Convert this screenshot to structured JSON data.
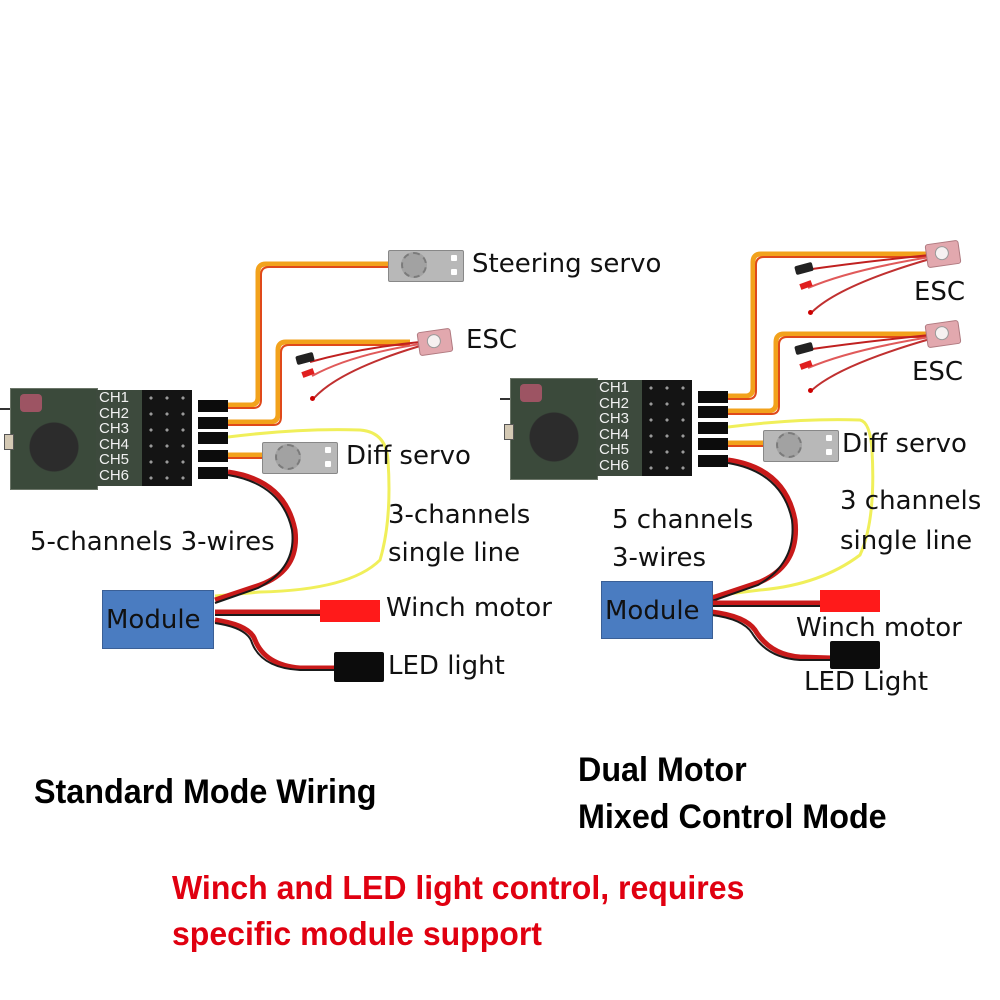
{
  "diagram": {
    "left_panel": {
      "title": "Standard Mode Wiring",
      "receiver_channels": [
        "CH1",
        "CH2",
        "CH3",
        "CH4",
        "CH5",
        "CH6"
      ],
      "devices": {
        "steering_servo": "Steering servo",
        "esc": "ESC",
        "diff_servo": "Diff servo",
        "winch_motor": "Winch motor",
        "led_light": "LED light"
      },
      "module_label": "Module",
      "wire_labels": {
        "multi_wire": "5-channels 3-wires",
        "single_line_1": "3-channels",
        "single_line_2": "single line"
      },
      "connections": [
        {
          "channel": "CH1",
          "device": "Steering servo"
        },
        {
          "channel": "CH2",
          "device": "ESC"
        },
        {
          "channel": "CH3",
          "device": "Module",
          "wire": "single line"
        },
        {
          "channel": "CH4",
          "device": "Diff servo"
        },
        {
          "channel": "CH5",
          "device": "Module",
          "wire": "3-wires"
        }
      ]
    },
    "right_panel": {
      "title_line1": "Dual Motor",
      "title_line2": "Mixed Control Mode",
      "receiver_channels": [
        "CH1",
        "CH2",
        "CH3",
        "CH4",
        "CH5",
        "CH6"
      ],
      "devices": {
        "esc_1": "ESC",
        "esc_2": "ESC",
        "diff_servo": "Diff servo",
        "winch_motor": "Winch motor",
        "led_light": "LED Light"
      },
      "module_label": "Module",
      "wire_labels": {
        "multi_wire_1": "5 channels",
        "multi_wire_2": "3-wires",
        "single_line_1": "3 channels",
        "single_line_2": "single line"
      },
      "connections": [
        {
          "channel": "CH1",
          "device": "ESC"
        },
        {
          "channel": "CH2",
          "device": "ESC"
        },
        {
          "channel": "CH3",
          "device": "Module",
          "wire": "single line"
        },
        {
          "channel": "CH4",
          "device": "Diff servo"
        },
        {
          "channel": "CH5",
          "device": "Module",
          "wire": "3-wires"
        }
      ]
    },
    "note": {
      "line1": "Winch and LED light control, requires",
      "line2": "specific module support",
      "color": "#e00010"
    },
    "colors": {
      "servo_wire_orange": "#f2a21c",
      "servo_wire_red": "#e0491a",
      "signal_yellow": "#f0ef5a",
      "power_red": "#d01818",
      "module_blue": "#4a7cc1",
      "winch_connector": "#ff1a1a",
      "led_connector": "#0c0c0c"
    }
  }
}
